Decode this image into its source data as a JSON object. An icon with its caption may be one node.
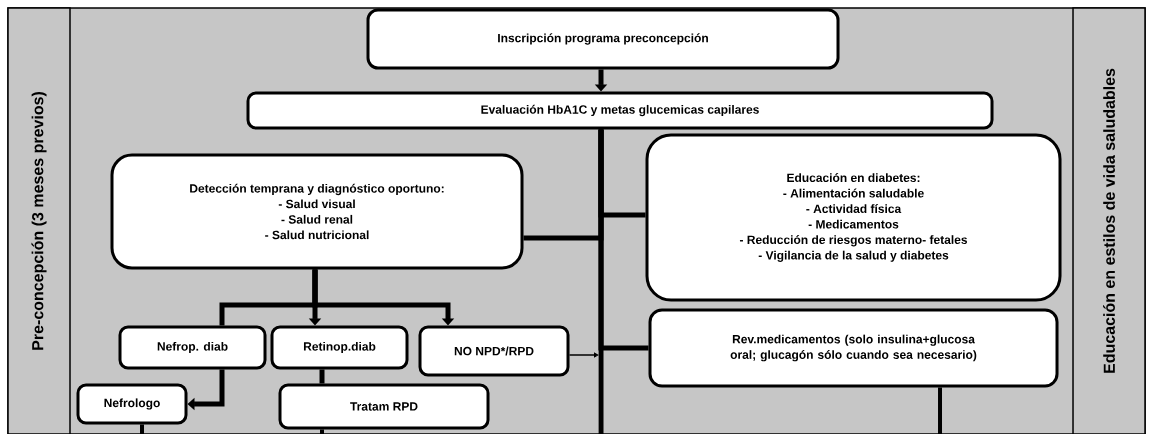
{
  "diagram": {
    "nodes": [
      {
        "text": [
          "Pre-concepción (3 meses previos)"
        ]
      },
      {
        "text": [
          "Educación en estilos de vida saludables"
        ]
      },
      {
        "text": [
          "Inscripción programa preconcepción"
        ]
      },
      {
        "text": [
          "Evaluación HbA1C y metas glucemicas capilares"
        ]
      },
      {
        "text": [
          "Detección temprana y diagnóstico oportuno:",
          "- Salud visual",
          "- Salud renal",
          "- Salud nutricional"
        ]
      },
      {
        "text": [
          "Educación en diabetes:",
          "- Alimentación saludable",
          "- Actividad física",
          "- Medicamentos",
          "- Reducción de riesgos materno- fetales",
          "- Vigilancia de la salud y diabetes"
        ]
      },
      {
        "text": [
          "Nefrop. diab"
        ]
      },
      {
        "text": [
          "Retinop.diab"
        ]
      },
      {
        "text": [
          "NO NPD*/RPD"
        ]
      },
      {
        "text": [
          "Rev.medicamentos (solo insulina+glucosa oral; glucagón sólo cuando sea necesario)"
        ]
      },
      {
        "text": [
          "Nefrologo"
        ]
      },
      {
        "text": [
          "Tratam RPD"
        ]
      }
    ],
    "edges": [
      {
        "from": 2,
        "to": 3,
        "arrow": "to"
      },
      {
        "from": 3,
        "to": 4,
        "arrow": "none"
      },
      {
        "from": 3,
        "to": 5,
        "arrow": "none"
      },
      {
        "from": 3,
        "to": 9,
        "arrow": "none"
      },
      {
        "from": 3,
        "to": null,
        "arrow": "none"
      },
      {
        "from": 4,
        "to": 6,
        "arrow": "none"
      },
      {
        "from": 4,
        "to": 7,
        "arrow": "to"
      },
      {
        "from": 4,
        "to": 8,
        "arrow": "to"
      },
      {
        "from": 8,
        "to": null,
        "arrow": "to"
      },
      {
        "from": 6,
        "to": 10,
        "arrow": "to"
      },
      {
        "from": 7,
        "to": 11,
        "arrow": "none"
      },
      {
        "from": 10,
        "to": null,
        "arrow": "none"
      },
      {
        "from": 11,
        "to": null,
        "arrow": "none"
      },
      {
        "from": 9,
        "to": null,
        "arrow": "none"
      }
    ]
  }
}
